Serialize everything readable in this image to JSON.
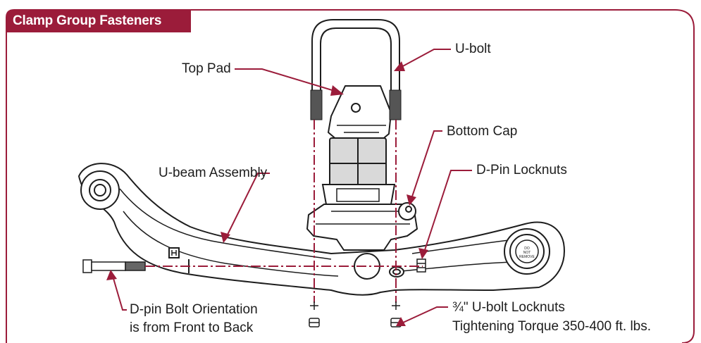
{
  "title": "Clamp Group Fasteners",
  "colors": {
    "accent": "#9b1c3a",
    "line": "#1d1d1d",
    "background": "#ffffff"
  },
  "labels": {
    "top_pad": "Top Pad",
    "u_bolt": "U-bolt",
    "bottom_cap": "Bottom Cap",
    "u_beam_assembly": "U-beam Assembly",
    "d_pin_locknuts": "D-Pin Locknuts",
    "d_pin_orientation_1": "D-pin Bolt Orientation",
    "d_pin_orientation_2": "is from Front to Back",
    "u_bolt_locknuts_1": "¾\" U-bolt Locknuts",
    "u_bolt_locknuts_2": "Tightening Torque 350-400 ft. lbs."
  },
  "bushing_text": [
    "DO",
    "NOT",
    "REMOVE"
  ]
}
